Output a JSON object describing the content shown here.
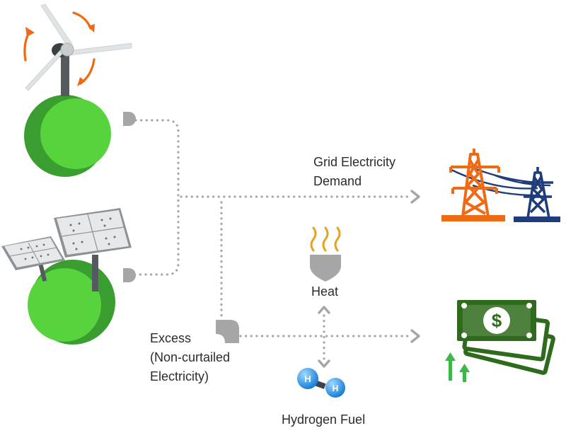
{
  "labels": {
    "grid_line1": "Grid Electricity",
    "grid_line2": "Demand",
    "heat": "Heat",
    "excess_line1": "Excess",
    "excess_line2": "(Non-curtailed",
    "excess_line3": "Electricity)",
    "hydrogen": "Hydrogen Fuel",
    "h_atom": "H",
    "dollar": "$"
  },
  "colors": {
    "green_dark": "#3a9d2f",
    "green_light": "#57d63f",
    "orange": "#ee6a14",
    "navy": "#1f3d7a",
    "money_green": "#2f6b1c",
    "arrow_green": "#3db848",
    "connector_gray": "#a6a6a6",
    "flame": "#e8a020"
  }
}
